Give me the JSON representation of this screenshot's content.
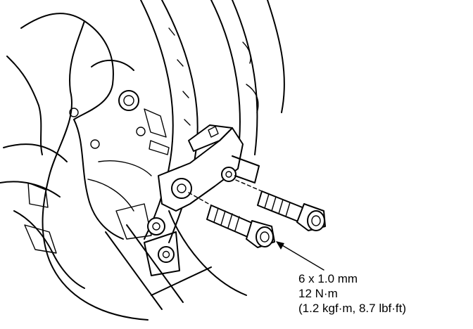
{
  "callout": {
    "size": "6 x 1.0 mm",
    "torque_nm": "12 N·m",
    "torque_alt": "(1.2 kgf·m, 8.7 lbf·ft)"
  },
  "icons": [
    "engine-block-drawing",
    "timing-belt-tensioner",
    "hex-wrench",
    "flange-bolt"
  ]
}
